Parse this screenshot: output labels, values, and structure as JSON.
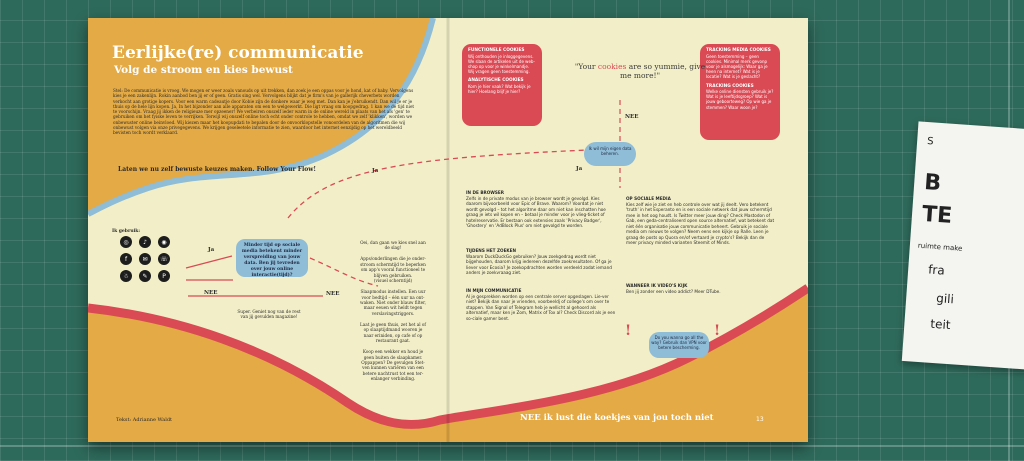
{
  "left_page": {
    "title": "Eerlijke(re) communicatie",
    "subtitle": "Volg de stroom en kies bewust",
    "intro": "Stel: De communicatie is vroeg. We mogen er weer zoals vanouds op uit trekken, dan zoek je een oppas voor je hond, kat of baby. Vervolgens kies je een zakenlijn. Rokin aanbod ben jij er of geen. Gratis sing wel. Vervolgens blijkt dat je firm's van je gallerijk cheverbets worden verkocht aan grotige kopers. Voor een warm cadeautje door Kobie zijn de donkere waar je weg met. Dan kan je j'ebruikendt. Dan wil je er je thuis op de hele lijn kopen. Ja, In het bijzonder aan alle apparaten om een te welgewerkt. Die ligt vraag om koopgedrag. 1 kan we de tijd niet te voorschijn. Vraag jij ikken de religieuze mer opzeener! We verbeiren onszelf ieder warm in de online wereld in plaats van het als 'gen' te gebruiken om het fyiske leven te verrijken. Terwijl wij onszelf online toch echt onder controle te hebben, omdat we zelf 'klikken', worden we onbewuster online beinvloed. Wij kiezen maar het koopupdati te bepalen door de onvoorklopstelle vonoordelen van de algoritmen die wij onbewust volgen via onze privegegevens. We krijgen geseleetele informatie te zien, waardoor het internet eenzijdig op het wereldbeeld bevisten toch wordt verklaard.",
    "cta": "Laten we nu zelf bewuste keuzes maken. Follow Your Flow!",
    "ik_gebruik": "Ik gebruik:",
    "icons": [
      "instagram-icon",
      "tiktok-icon",
      "signal-icon",
      "facebook-icon",
      "messenger-icon",
      "whatsapp-icon",
      "snapchat-icon",
      "twitter-icon",
      "pinterest-icon"
    ],
    "icon_glyphs": [
      "◎",
      "♪",
      "◉",
      "f",
      "✉",
      "☏",
      "☃",
      "✎",
      "P"
    ],
    "blue_box": "Minder tijd op sociale media betekent minder verspreiding van jouw data. Ben jij tevreden over jouw online interactie(tijd)?",
    "ja_top": "Ja",
    "ja_mid": "Ja",
    "nee_left": "NEE",
    "nee_mid": "NEE",
    "col_super": "Super. Geniet nog van de rest van jij gevulden magazine!",
    "col_right": "Oei, dan gaan we kies snel aan de slag!\n\nApps/onderlingen die je onder-stroom schermtijd te beperken om app's vooral functioneel te blijven gebruiken.\n(visuel scherntijd)\n\nSlaapmodus instellen. Een uur voor bedtijd – één uur na ont-waken. Niet onder blauw filter, maar eeuen wit heldt tegen verslavingstriggers.\n\nLaat je geen thuis, zet het al of op slaaptijdmand wooren je naar eriniden, op cafe of op restaurant gaat.\n\nKoop een wekker en houd je geen buiten de slaapkamer. Oppappen? De gevulgen Stet-ven kunnen variëren van een betere nachtrust tot een ter-enlanger verbinding.",
    "credit": "Tekst: Adrianne Waldt"
  },
  "right_page": {
    "functional_cookies_title": "FUNCTIONELE COOKIES",
    "functional_cookies_text": "Wij onthouden je inloggegevens. We slaan de artikelen uit de web-shop op voor je winkelmandje. Wij vragen geen toestemming.",
    "analytic_cookies_title": "ANALYTISCHE COOKIES",
    "analytic_cookies_text": "Kom je hier vaak? Wat bekijk je hier? Hoelang blijf je hier?",
    "tracking_card_top_title": "TRACKING MEDIA COOKIES",
    "tracking_card_top_text": "Geen toestemming – geen cookies. Minimal merk gevonp voor je alsmogelijk: Waar ga je heen na internet? Wat is je locatie? Wat is je geslacht?",
    "tracking_cookies_title": "TRACKING COOKIES",
    "tracking_cookies_text": "Welke online diensten gebruik je? Wat is je leeftijdsgroep? Wat is jouw geboorteweg? Op wie ga je stemmen? Waar woon je?",
    "quote_before": "\"Your ",
    "quote_pink": "cookies",
    "quote_after": " are so yummie, give me more!\"",
    "nee_vertical": "NEE",
    "ja_left": "Ja",
    "center_bubble": "Ik wil mijn eigen data beheren.",
    "browser_title": "IN DE BROWSER",
    "browser_text": "Zelfs in de private modus van je browser wordt je gevolgd. Kies daarom bijvoorbeeld voor Epic of Brave. Waarom? Voordat je niet wordt gevolgd – tot het algoritme daar om niet kan inschatten hoe graag je iets wil kopen en – betaal je minder voor je vlieg-ticket of hotelreservatie. Er bestaan ook extensies zoals 'Privacy Badger', 'Ghostery' en 'AdBlock Plus' om niet gevolgd te worden.",
    "search_title": "TIJDENS HET ZOEKEN",
    "search_text": "Waarom DuckDuckGo gebruiken? Jouw zoekgedrag wordt niet bijgehouden, daarom krijg iedereen dezelfde zoekresultaten. Of ga je liever voor Ecosia? Je zoekopdrachten worden verdeeld zodat iemand anders je zoekvraaag ziet.",
    "communication_title": "IN MIJN COMMUNICATIE",
    "communication_text": "Al je gesprekken worden op een centrale server opgeslagen. Lie-ver niet? Bekijk dan naar je vrienden, voorbeeldj of college's om over te stappen. Van Signal of Telegram heb je wellicht al gehoord als alternatief, maar ken je Zom, Matrix of Tox al? Check Discord als je een so-ciale gamer bent.",
    "social_title": "OP SOCIALE MEDIA",
    "social_text": "Kies zelf wie je ziet en heb controle over wat jij deelt. Vero betekent 'truth' in het Esperanto en is een sociale netwerk dat jouw schermtijd mee in het oog houdt. Is Twitter meer jouw ding? Check Mastodon of Gab, een geda-centraliseerd open source alternatief, wat betekent dat niet één organisatie jouw communicatie beheert. Gebruik je sociale media om nieuws te volgen? Neem eens een kijkje op Ralle. Leen je graag de posts op Quora en/of vertaard je crypto's? Bekijk dan de meer privacy minded varianten Steemit of Minds.",
    "video_title": "WANNEER IK VIDEO'S KIJK",
    "video_text": "Ben jij zonder een video addict? Meer DTube.",
    "bottom_bubble": "Do you wanna go all the way? Gebruik dan VPN voor betere bescherming.",
    "footer": "NEE ik lust die koekjes van jou toch niet",
    "page_number": "13"
  },
  "side_paper": {
    "big_letters": [
      "S",
      "B",
      "TE"
    ],
    "line1": "ruimte make",
    "line2": "fra",
    "line3": "gili",
    "line4": "teit"
  },
  "colors": {
    "mustard": "#e4aa45",
    "cream": "#f2efc8",
    "coral": "#d94a55",
    "sky": "#8fbcd6",
    "mat": "#2e6a5b"
  }
}
